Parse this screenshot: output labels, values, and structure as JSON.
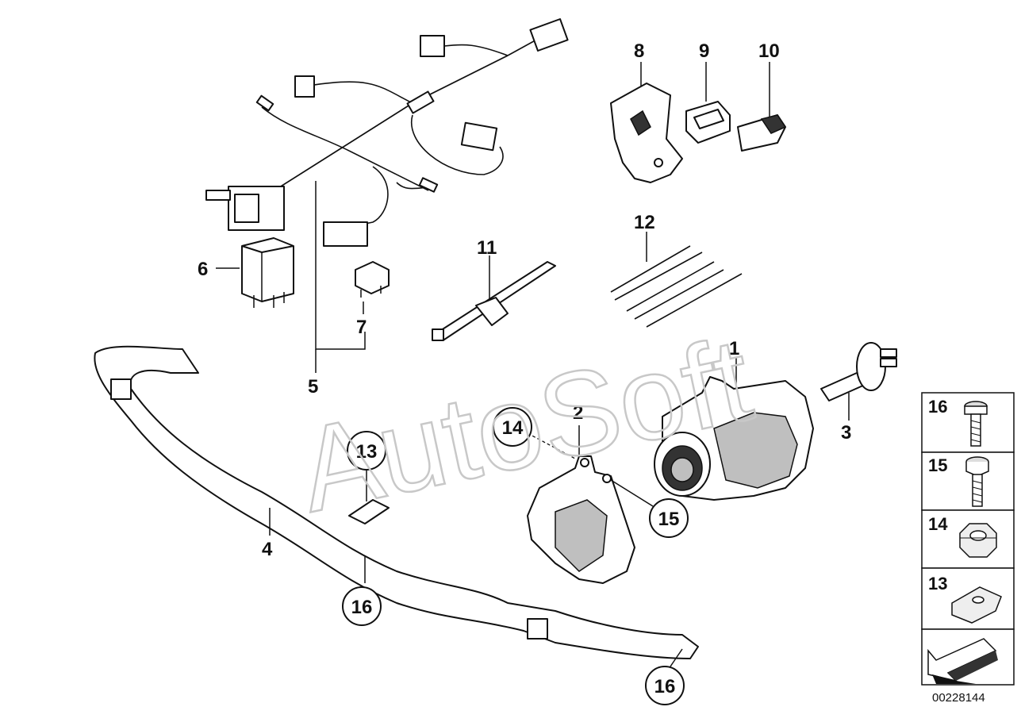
{
  "watermark": "AutoSoft",
  "document_number": "00228144",
  "callouts": {
    "p1": "1",
    "p2": "2",
    "p3": "3",
    "p4": "4",
    "p5": "5",
    "p6": "6",
    "p7": "7",
    "p8": "8",
    "p9": "9",
    "p10": "10",
    "p11": "11",
    "p12": "12"
  },
  "circled_callouts": {
    "c13": "13",
    "c14": "14",
    "c15": "15",
    "c16a": "16",
    "c16b": "16"
  },
  "legend": [
    {
      "label": "16",
      "icon": "screw-icon"
    },
    {
      "label": "15",
      "icon": "bolt-icon"
    },
    {
      "label": "14",
      "icon": "hex-nut-icon"
    },
    {
      "label": "13",
      "icon": "clip-nut-icon"
    }
  ],
  "nav_icon": "arrow-icon"
}
